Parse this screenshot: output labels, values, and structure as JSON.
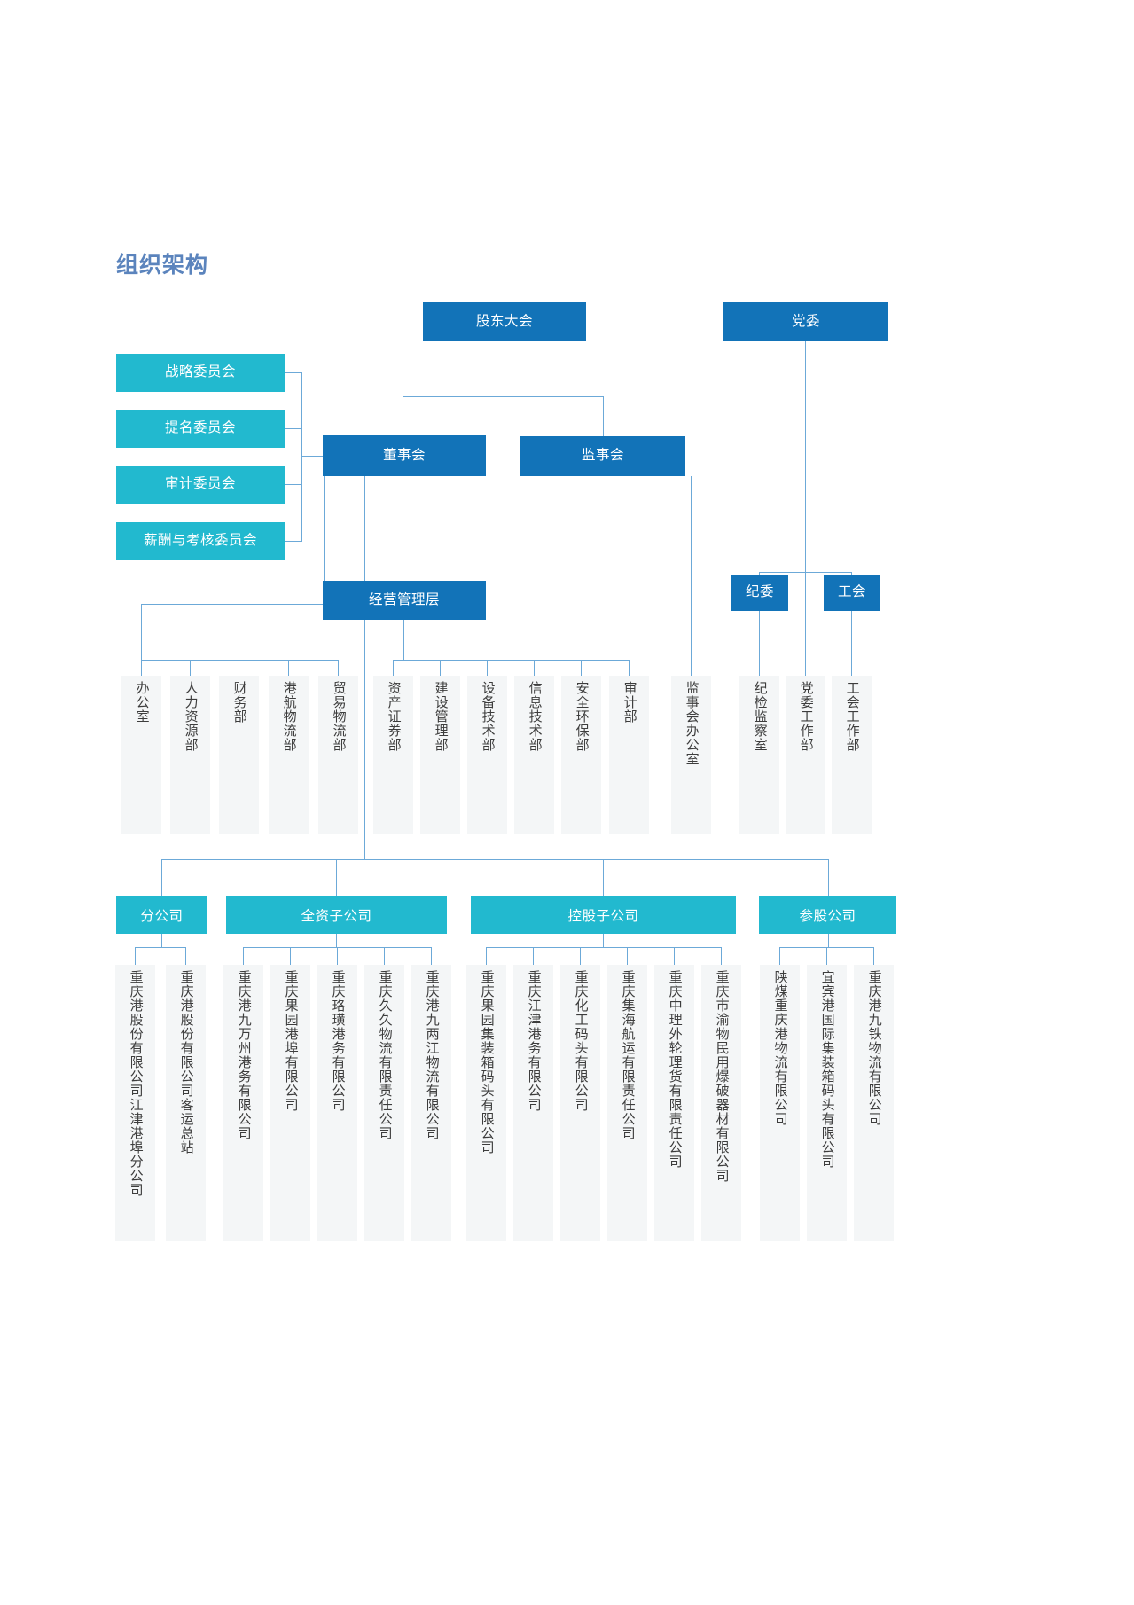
{
  "page": {
    "title": "组织架构",
    "title_color": "#5b84bd",
    "background": "#ffffff"
  },
  "colors": {
    "box_dark_blue": "#1273b8",
    "box_teal": "#22b9cf",
    "connector_line": "#6ca9d8",
    "chip_background": "#f4f6f7",
    "chip_text": "#3d3d3d",
    "box_text": "#ffffff"
  },
  "top": {
    "shareholders_meeting": "股东大会",
    "party_committee": "党委"
  },
  "committees": [
    {
      "label": "战略委员会"
    },
    {
      "label": "提名委员会"
    },
    {
      "label": "审计委员会"
    },
    {
      "label": "薪酬与考核委员会"
    }
  ],
  "mid": {
    "board_of_directors": "董事会",
    "board_of_supervisors": "监事会",
    "management": "经营管理层",
    "discipline_committee": "纪委",
    "labor_union": "工会"
  },
  "departments_group_a": [
    {
      "label": "办公室"
    },
    {
      "label": "人力资源部"
    },
    {
      "label": "财务部"
    },
    {
      "label": "港航物流部"
    },
    {
      "label": "贸易物流部"
    }
  ],
  "departments_group_b": [
    {
      "label": "资产证券部"
    },
    {
      "label": "建设管理部"
    },
    {
      "label": "设备技术部"
    },
    {
      "label": "信息技术部"
    },
    {
      "label": "安全环保部"
    },
    {
      "label": "审计部"
    }
  ],
  "departments_supervisors": [
    {
      "label": "监事会办公室"
    }
  ],
  "departments_party": [
    {
      "label": "纪检监察室"
    },
    {
      "label": "党委工作部"
    },
    {
      "label": "工会工作部"
    }
  ],
  "groups": [
    {
      "name": "分公司",
      "companies": [
        {
          "label": "重庆港股份有限公司江津港埠分公司"
        },
        {
          "label": "重庆港股份有限公司客运总站"
        }
      ]
    },
    {
      "name": "全资子公司",
      "companies": [
        {
          "label": "重庆港九万州港务有限公司"
        },
        {
          "label": "重庆果园港埠有限公司"
        },
        {
          "label": "重庆珞璜港务有限公司"
        },
        {
          "label": "重庆久久物流有限责任公司"
        },
        {
          "label": "重庆港九两江物流有限公司"
        }
      ]
    },
    {
      "name": "控股子公司",
      "companies": [
        {
          "label": "重庆果园集装箱码头有限公司"
        },
        {
          "label": "重庆江津港务有限公司"
        },
        {
          "label": "重庆化工码头有限公司"
        },
        {
          "label": "重庆集海航运有限责任公司"
        },
        {
          "label": "重庆中理外轮理货有限责任公司"
        },
        {
          "label": "重庆市渝物民用爆破器材有限公司"
        }
      ]
    },
    {
      "name": "参股公司",
      "companies": [
        {
          "label": "陕煤重庆港物流有限公司"
        },
        {
          "label": "宜宾港国际集装箱码头有限公司"
        },
        {
          "label": "重庆港九铁物流有限公司"
        }
      ]
    }
  ]
}
